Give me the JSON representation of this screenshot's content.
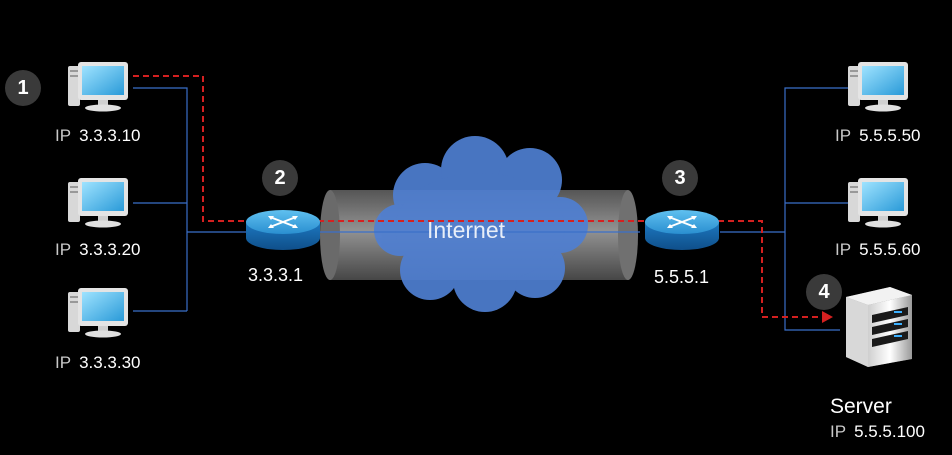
{
  "cloud": {
    "label": "Internet"
  },
  "left_hosts": [
    {
      "badge": "1",
      "ip_prefix": "IP",
      "ip": "3.3.3.10"
    },
    {
      "ip_prefix": "IP",
      "ip": "3.3.3.20"
    },
    {
      "ip_prefix": "IP",
      "ip": "3.3.3.30"
    }
  ],
  "right_hosts": [
    {
      "ip_prefix": "IP",
      "ip": "5.5.5.50"
    },
    {
      "ip_prefix": "IP",
      "ip": "5.5.5.60"
    }
  ],
  "routers": [
    {
      "badge": "2",
      "ip": "3.3.3.1"
    },
    {
      "badge": "3",
      "ip": "5.5.5.1"
    }
  ],
  "server": {
    "badge": "4",
    "name": "Server",
    "ip_prefix": "IP",
    "ip": "5.5.5.100"
  },
  "colors": {
    "link": "#3a6fc9",
    "path": "#d42020",
    "cloud": "#4f7fd2",
    "tunnel": "#808080",
    "router": "#2f8fd0"
  }
}
